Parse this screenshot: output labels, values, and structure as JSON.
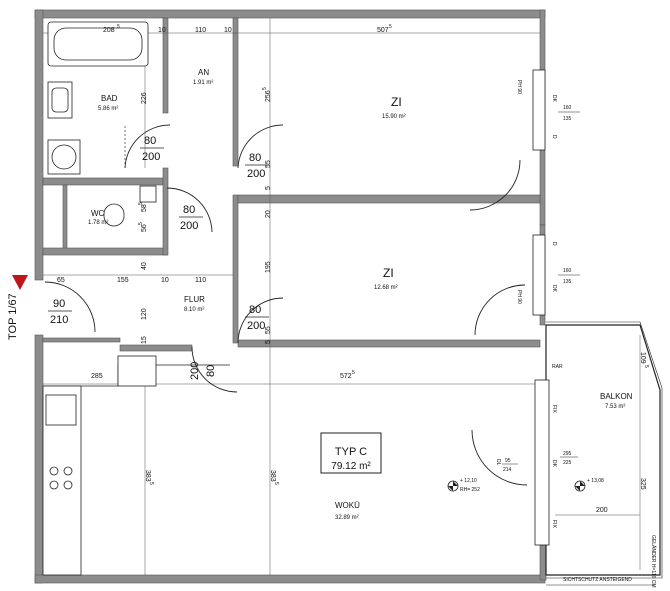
{
  "plan": {
    "top_label": "TOP 1/67",
    "type_label": "TYP  C",
    "total_area": "79.12 m²",
    "colors": {
      "wall": "#8c8c8c",
      "marker": "#c0161b",
      "line": "#222222"
    }
  },
  "rooms": {
    "bad": {
      "name": "BAD",
      "area": "5.86 m²"
    },
    "an": {
      "name": "AN",
      "area": "1.91 m²"
    },
    "zi1": {
      "name": "ZI",
      "area": "15.90 m²"
    },
    "wc": {
      "name": "WC",
      "area": "1.78 m²"
    },
    "zi2": {
      "name": "ZI",
      "area": "12.68 m²"
    },
    "flur": {
      "name": "FLUR",
      "area": "8.10 m²"
    },
    "balkon": {
      "name": "BALKON",
      "area": "7.53 m²"
    },
    "woku": {
      "name": "WOKÜ",
      "area": "32.89 m²"
    }
  },
  "dimensions": {
    "top_208": "208",
    "top_208_sup": "5",
    "top_10a": "10",
    "top_110": "110",
    "top_10b": "10",
    "top_507": "507",
    "top_507_sup": "5",
    "v_226": "226",
    "v_256": "256",
    "v_256_sup": "5",
    "v_58": "58",
    "v_58_sup": "5",
    "v_56": "56",
    "v_56_sup": "5",
    "v_20": "20",
    "v_195": "195",
    "v_40": "40",
    "v_120": "120",
    "v_15": "15",
    "v_5a": "5",
    "v_55a": "55",
    "v_55b": "55",
    "v_5b": "5",
    "h_65": "65",
    "h_155": "155",
    "h_10": "10",
    "h_110": "110",
    "h_285": "285",
    "h_572": "572",
    "h_572_sup": "5",
    "v_383a": "383",
    "v_383a_sup": "5",
    "v_383b": "383",
    "v_383b_sup": "5",
    "h_200": "200",
    "v_325": "325",
    "v_109": "109",
    "v_109_sup": "5"
  },
  "doors": {
    "bad": {
      "w": "80",
      "h": "200"
    },
    "zi1": {
      "w": "80",
      "h": "200"
    },
    "wc": {
      "w": "80",
      "h": "200"
    },
    "zi2": {
      "w": "80",
      "h": "200"
    },
    "entry": {
      "w": "90",
      "h": "210"
    },
    "woku": {
      "w": "80",
      "h": "200"
    }
  },
  "windows": {
    "w1": {
      "mark": "DK",
      "d": "D",
      "frame": "PH 90",
      "width": "160",
      "height": "135"
    },
    "w2": {
      "mark": "DK",
      "d": "D",
      "frame": "PH 90",
      "width": "160",
      "height": "135"
    },
    "balcony_door": {
      "fix": "FIX",
      "dk": "DK",
      "dl": "DL",
      "w1": "95",
      "h1": "214",
      "w2": "295",
      "h2": "225"
    },
    "rar": "RAR"
  },
  "levels": {
    "inside": {
      "value": "+ 12,10",
      "rh": "RH= 252"
    },
    "balcony": {
      "value": "+ 13,08"
    }
  },
  "notes": {
    "gelander": "GELÄNDER H=110 CM",
    "sichtschutz": "SICHTSCHUTZ ANSTEIGEND"
  }
}
